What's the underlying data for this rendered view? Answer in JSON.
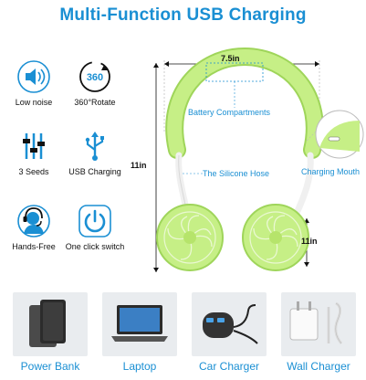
{
  "title": "Multi-Function USB Charging",
  "features": [
    {
      "label": "Low noise",
      "icon": "speaker-icon"
    },
    {
      "label": "360°Rotate",
      "icon": "rotate-360-icon",
      "icon_text": "360"
    },
    {
      "label": "3 Seeds",
      "icon": "sliders-icon"
    },
    {
      "label": "USB Charging",
      "icon": "usb-icon"
    },
    {
      "label": "Hands-Free",
      "icon": "headset-icon"
    },
    {
      "label": "One click switch",
      "icon": "power-icon"
    }
  ],
  "dimensions": {
    "width": "7.5in",
    "height": "11in",
    "fan_height": "11in"
  },
  "annotations": {
    "battery": "Battery Compartments",
    "hose": "The Silicone Hose",
    "charging": "Charging Mouth"
  },
  "accessories": [
    {
      "label": "Power Bank",
      "icon": "power-bank-icon"
    },
    {
      "label": "Laptop",
      "icon": "laptop-icon"
    },
    {
      "label": "Car Charger",
      "icon": "car-charger-icon"
    },
    {
      "label": "Wall Charger",
      "icon": "wall-charger-icon"
    }
  ],
  "colors": {
    "accent": "#1a8fd3",
    "fan": "#c6ef86",
    "fan_dark": "#9fd55a",
    "tile": "#e9ecef"
  }
}
